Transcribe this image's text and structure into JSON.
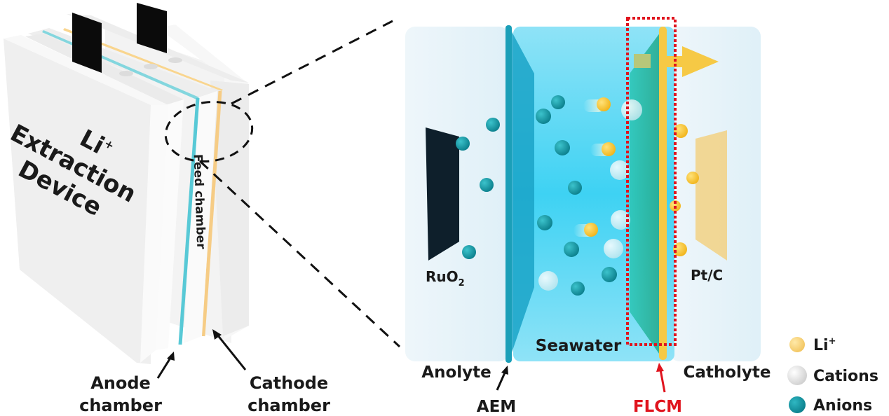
{
  "device": {
    "title_line1": "Li",
    "title_sup": "+",
    "title_line2": "Extraction",
    "title_line3": "Device",
    "feed_label": "Feed chamber",
    "anode_label_line1": "Anode",
    "anode_label_line2": "chamber",
    "cathode_label_line1": "Cathode",
    "cathode_label_line2": "chamber"
  },
  "cell": {
    "anode_electrode": "RuO",
    "anode_electrode_sub": "2",
    "cathode_electrode": "Pt/C",
    "middle_label": "Seawater",
    "anolyte_label": "Anolyte",
    "catholyte_label": "Catholyte",
    "aem_label": "AEM",
    "flcm_label": "FLCM"
  },
  "legend": {
    "items": [
      {
        "label": "Li",
        "sup": "+",
        "color": "#f7c948"
      },
      {
        "label": "Cations",
        "sup": "",
        "color": "#e6e6e6"
      },
      {
        "label": "Anions",
        "sup": "",
        "color": "#1596a3"
      }
    ]
  },
  "colors": {
    "aem": "#22a9c4",
    "flcm": "#f6c945",
    "highlight": "#e0141e",
    "seawater": "#3fd0f0",
    "anion": "#139aa6",
    "lithium": "#f7c63a"
  }
}
